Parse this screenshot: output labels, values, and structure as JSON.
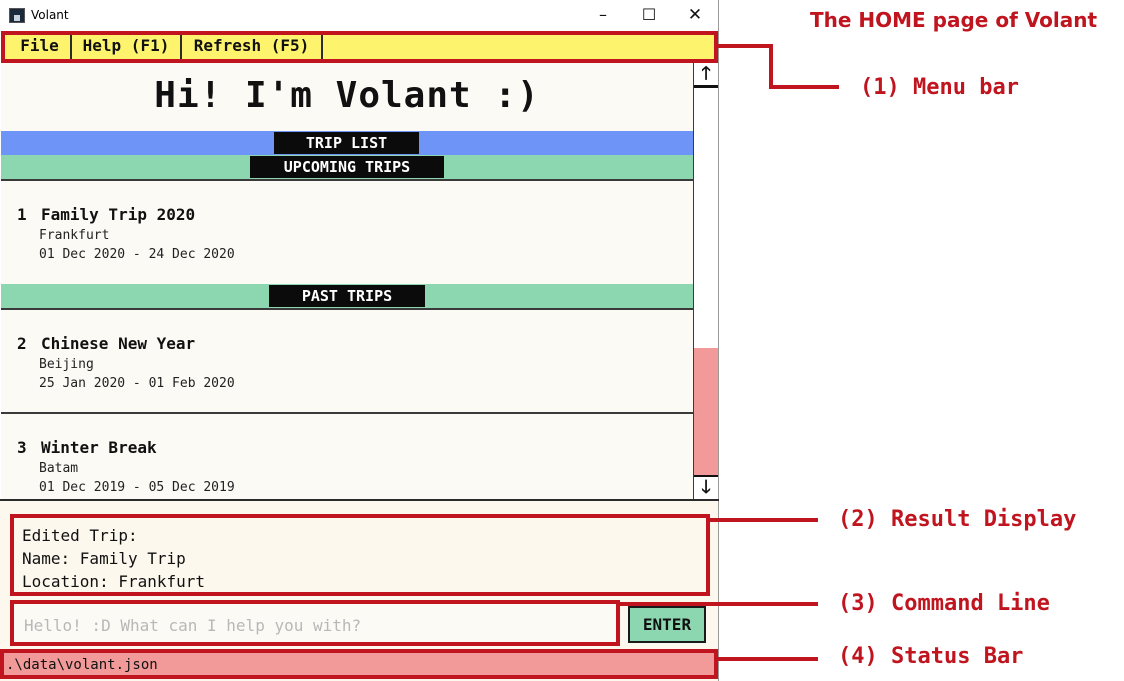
{
  "window": {
    "title": "Volant",
    "minimize": "–",
    "maximize": "☐",
    "close": "✕"
  },
  "menu": {
    "file": "File",
    "help": "Help (F1)",
    "refresh": "Refresh (F5)"
  },
  "main": {
    "greeting": "Hi! I'm Volant :)",
    "trip_list_label": "TRIP LIST",
    "upcoming_label": "UPCOMING TRIPS",
    "past_label": "PAST TRIPS",
    "trips": [
      {
        "index": "1",
        "name": "Family Trip 2020",
        "location": "Frankfurt",
        "dates": "01 Dec 2020 - 24 Dec 2020"
      },
      {
        "index": "2",
        "name": "Chinese New Year",
        "location": "Beijing",
        "dates": "25 Jan 2020 - 01 Feb 2020"
      },
      {
        "index": "3",
        "name": "Winter Break",
        "location": "Batam",
        "dates": "01 Dec 2019 - 05 Dec 2019"
      }
    ]
  },
  "scroll": {
    "up": "🡑",
    "down": "🡓"
  },
  "result": {
    "lines": [
      "Edited Trip:",
      "Name: Family Trip",
      "Location: Frankfurt"
    ]
  },
  "command": {
    "placeholder": "Hello! :D What can I help you with?",
    "value": "",
    "enter_label": "ENTER"
  },
  "status": {
    "path": ".\\data\\volant.json"
  },
  "annotations": {
    "title": "The HOME page of Volant",
    "menu_bar": "(1) Menu bar",
    "result_display": "(2) Result Display",
    "command_line": "(3) Command Line",
    "status_bar": "(4) Status Bar"
  },
  "colors": {
    "menubar": "#fdf36d",
    "trip_list_band": "#6f94f7",
    "section_band": "#8cd6b0",
    "status_bar": "#f29a9a",
    "annotation": "#c0141f"
  },
  "icons": {
    "app": "volant-app-icon",
    "scroll_up": "arrow-up-icon",
    "scroll_down": "arrow-down-icon"
  }
}
